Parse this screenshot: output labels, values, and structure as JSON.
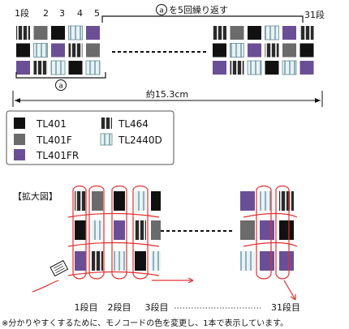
{
  "top": {
    "col_labels": [
      "1段",
      "2",
      "3",
      "4",
      "5"
    ],
    "repeat_label": "を5回繰り返す",
    "repeat_mark": "a",
    "end_label": "31段",
    "bracket_mark": "a",
    "width_label": "約15.3cm"
  },
  "grid_left": [
    [
      "TL464",
      "TL401F",
      "TL401",
      "TL2440D",
      "TL401FR"
    ],
    [
      "TL401",
      "TL2440D",
      "TL401FR",
      "TL464",
      "TL401F"
    ],
    [
      "TL401FR",
      "TL464",
      "TL2440D",
      "TL401",
      "TL2440D"
    ]
  ],
  "grid_right": [
    [
      "TL464",
      "TL401F",
      "TL401",
      "TL2440D",
      "TL401FR",
      "TL464"
    ],
    [
      "TL401",
      "TL2440D",
      "TL401FR",
      "TL464",
      "TL401F",
      "TL401"
    ],
    [
      "TL401FR",
      "TL464",
      "TL2440D",
      "TL401",
      "TL2440D",
      "TL401FR"
    ]
  ],
  "legend": [
    {
      "code": "TL401",
      "style": "black"
    },
    {
      "code": "TL464",
      "style": "stripe-dark"
    },
    {
      "code": "TL401F",
      "style": "gray"
    },
    {
      "code": "TL2440D",
      "style": "stripe-light"
    },
    {
      "code": "TL401FR",
      "style": "purple"
    }
  ],
  "enlarged_label": "【拡大図】",
  "row_labels": [
    "1段目",
    "2段目",
    "3段目",
    "31段目"
  ],
  "footnote": "※分かりやすくするために、モノコードの色を変更し、1本で表示しています。",
  "colors": {
    "black": "#111111",
    "gray": "#6b6b6b",
    "purple": "#6a4f96",
    "stripe_dark": "#3a3a3a",
    "stripe_light": "#cfe0e6",
    "thread": "#e03030"
  }
}
